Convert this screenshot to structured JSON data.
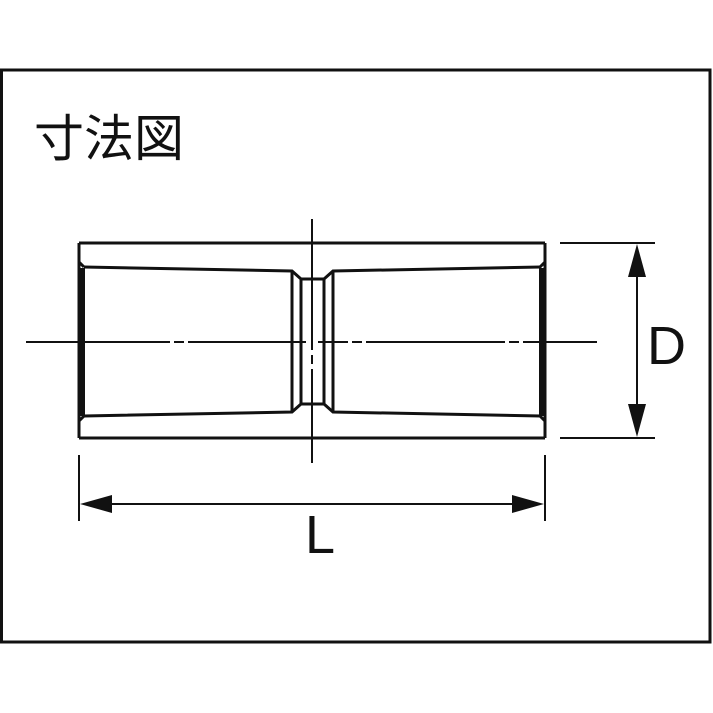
{
  "title": "寸法図",
  "dimensions": {
    "diameter_label": "D",
    "length_label": "L"
  },
  "colors": {
    "line": "#111111",
    "background": "#ffffff"
  }
}
